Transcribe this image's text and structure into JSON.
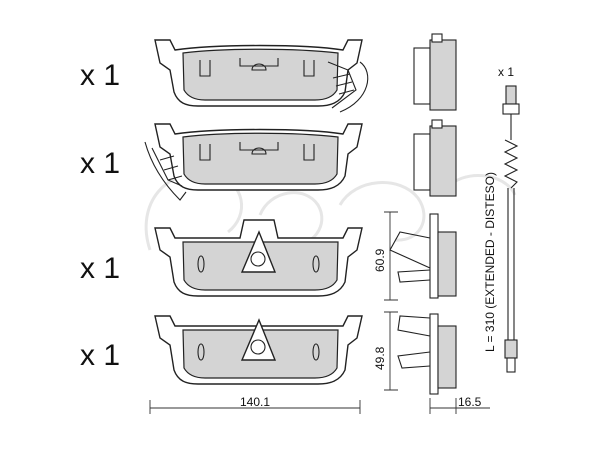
{
  "quantities": {
    "pad1": "x 1",
    "pad2": "x 1",
    "pad3": "x 1",
    "pad4": "x 1",
    "sensor": "x 1"
  },
  "dimensions": {
    "width": "140.1",
    "height_top": "60.9",
    "height_bottom": "49.8",
    "thickness": "16.5",
    "sensor_length": "L = 310 (EXTENDED - DISTESO)"
  },
  "colors": {
    "friction_material": "#d4d4d4",
    "outline": "#222222"
  }
}
